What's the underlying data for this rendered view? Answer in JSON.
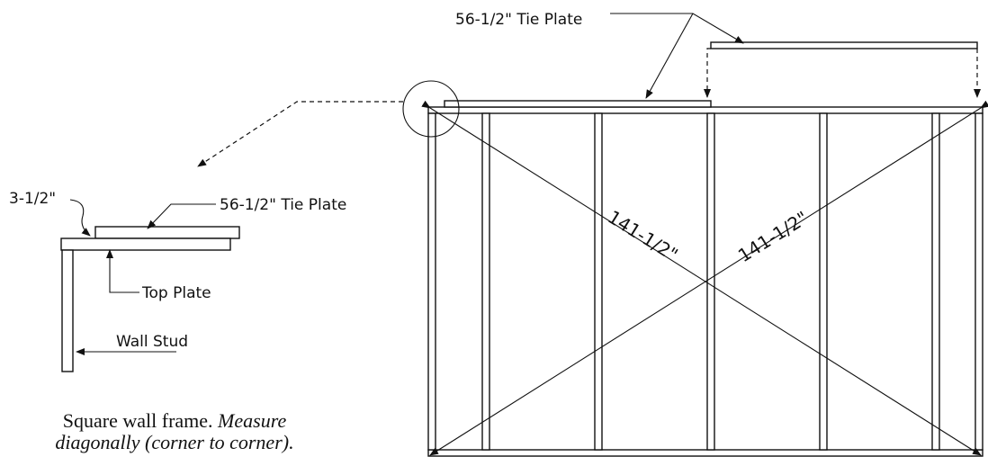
{
  "labels": {
    "tie_plate_top": "56-1/2\" Tie Plate",
    "tie_plate_detail": "56-1/2\" Tie Plate",
    "width_dim": "3-1/2\"",
    "top_plate": "Top Plate",
    "wall_stud": "Wall Stud",
    "diag_left": "141-1/2\"",
    "diag_right": "141-1/2\""
  },
  "caption": {
    "line1_plain": "Square wall frame. ",
    "line1_italic": "Measure",
    "line2_italic": "diagonally (corner to corner)."
  },
  "colors": {
    "ink": "#111111",
    "background": "#ffffff"
  }
}
